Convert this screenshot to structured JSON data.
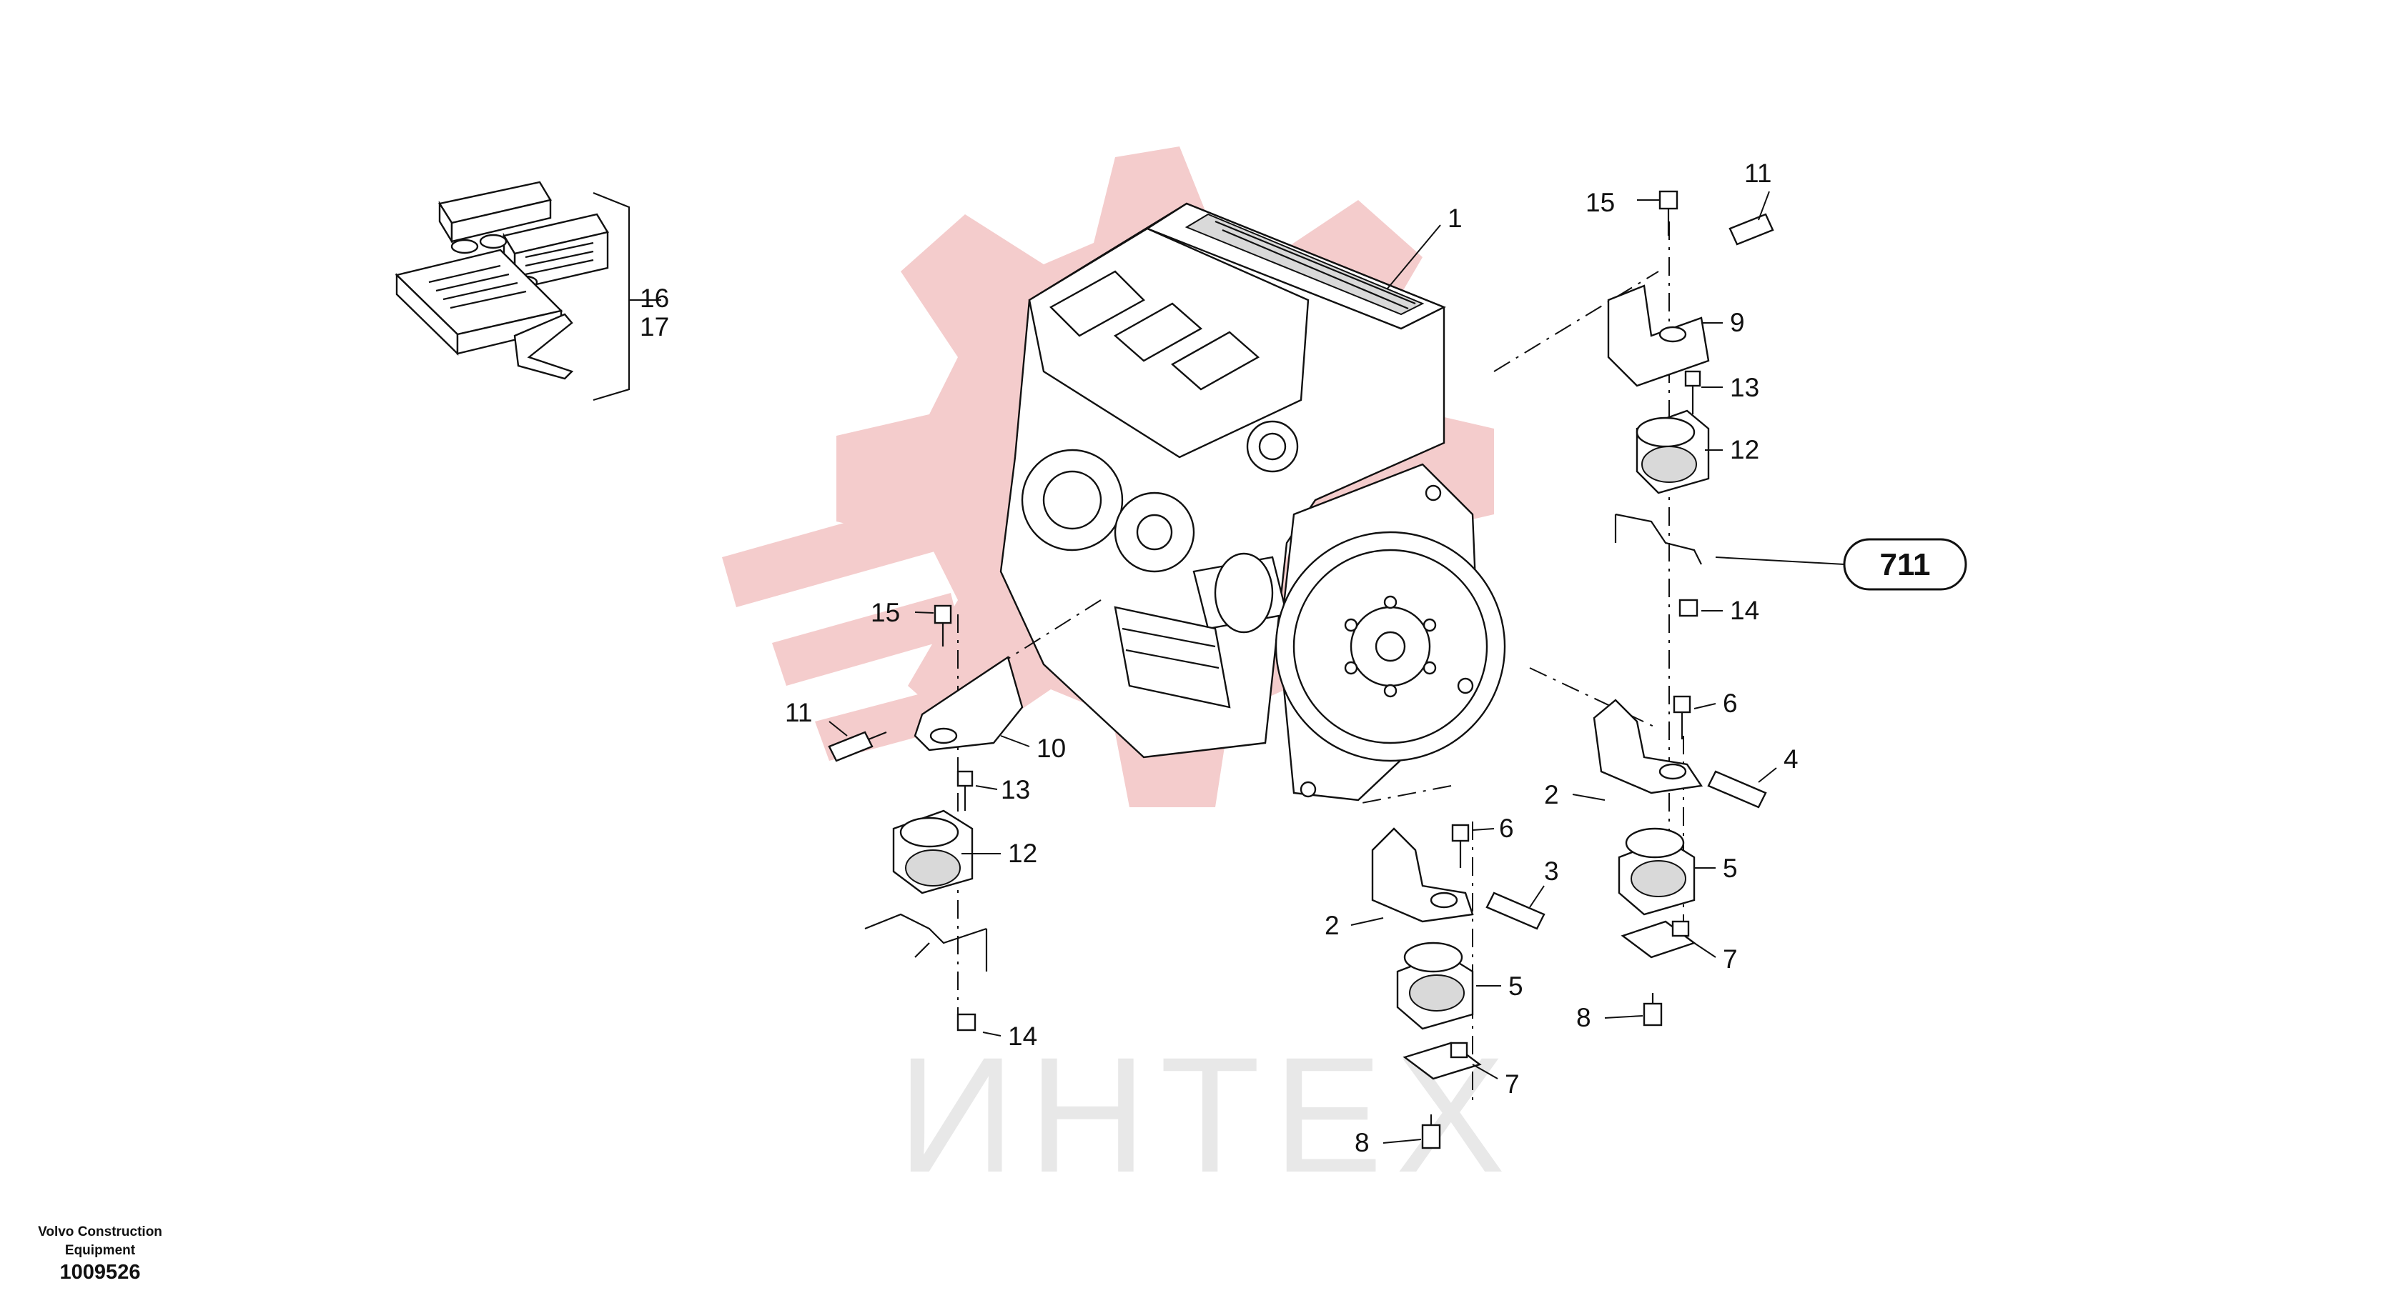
{
  "diagram": {
    "reference_badge": "711",
    "watermark": "ИНТЕХ",
    "callouts": {
      "c1": "1",
      "c2a": "2",
      "c2b": "2",
      "c3": "3",
      "c4": "4",
      "c5a": "5",
      "c5b": "5",
      "c6a": "6",
      "c6b": "6",
      "c7a": "7",
      "c7b": "7",
      "c8a": "8",
      "c8b": "8",
      "c9": "9",
      "c10": "10",
      "c11a": "11",
      "c11b": "11",
      "c12a": "12",
      "c12b": "12",
      "c13a": "13",
      "c13b": "13",
      "c14a": "14",
      "c14b": "14",
      "c15a": "15",
      "c15b": "15",
      "c16": "16",
      "c17": "17"
    },
    "colors": {
      "watermark_red": "#f4cccc",
      "watermark_grey": "#e8e8e8",
      "line": "#111111"
    }
  },
  "footer": {
    "manufacturer_line1": "Volvo Construction",
    "manufacturer_line2": "Equipment",
    "document_number": "1009526"
  }
}
